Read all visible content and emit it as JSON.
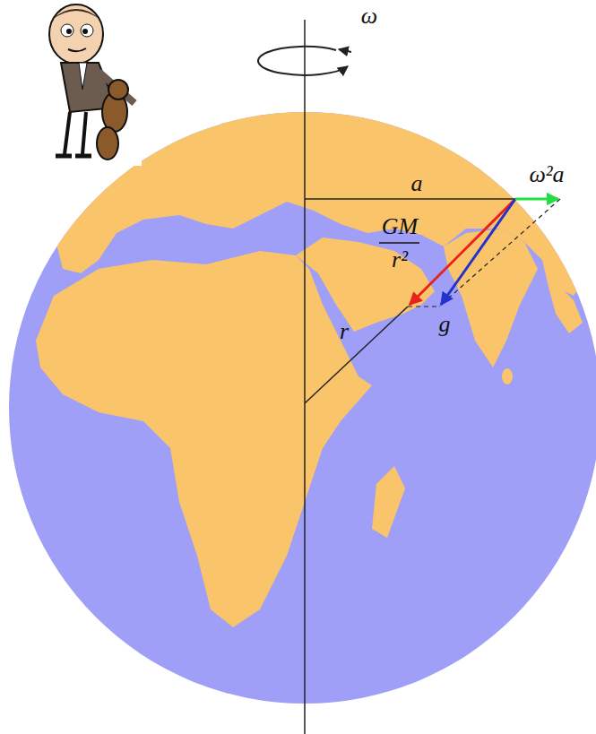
{
  "diagram": {
    "labels": [
      "ω",
      "a",
      "ω²a",
      "GM",
      "r²",
      "g",
      "r"
    ]
  }
}
